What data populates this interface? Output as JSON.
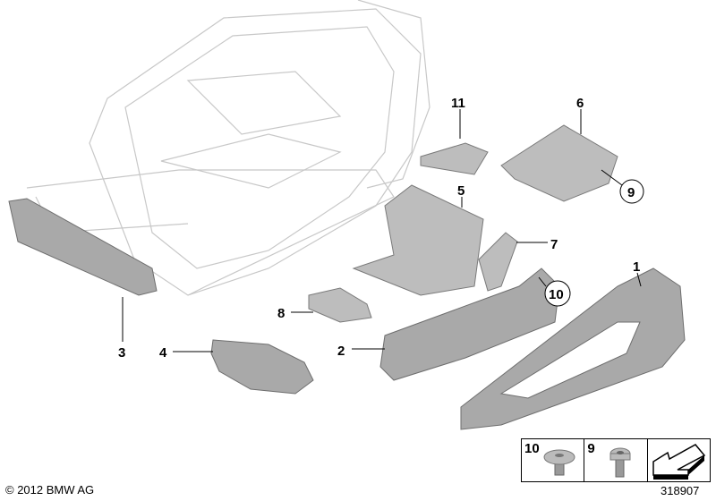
{
  "callouts": [
    "1",
    "2",
    "3",
    "4",
    "5",
    "6",
    "7",
    "8",
    "9",
    "10",
    "11"
  ],
  "legend": [
    {
      "number": "10",
      "icon": "washer-head-screw-icon"
    },
    {
      "number": "9",
      "icon": "torx-screw-icon"
    },
    {
      "number": "",
      "icon": "direction-arrow-icon"
    }
  ],
  "footer": {
    "copyright": "© 2012 BMW AG",
    "diagram_number": "318907"
  }
}
